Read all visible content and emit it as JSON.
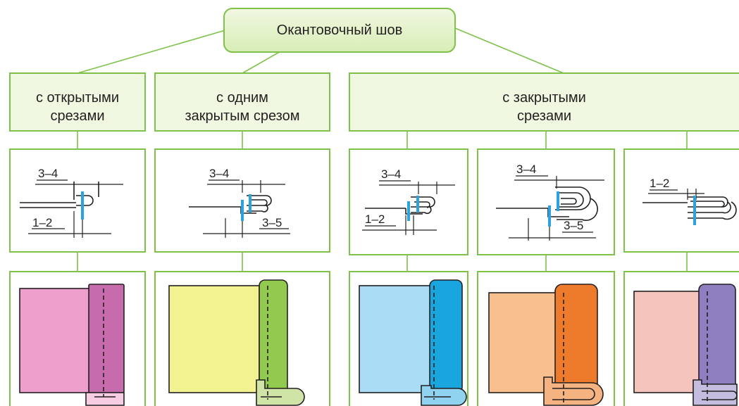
{
  "title": "Окантовочный шов",
  "categories": [
    {
      "id": "open",
      "label": "с открытыми\nсрезами"
    },
    {
      "id": "one-closed",
      "label": "с одним\nзакрытым срезом"
    },
    {
      "id": "closed",
      "label": "с закрытыми\nсрезами"
    }
  ],
  "schemes": [
    {
      "id": "s1",
      "top": "3–4",
      "bottom": "1–2"
    },
    {
      "id": "s2",
      "top": "3–4",
      "bottom": "3–5"
    },
    {
      "id": "s3",
      "top": "3–4",
      "bottom": "1–2"
    },
    {
      "id": "s4",
      "top": "3–4",
      "bottom": "3–5"
    },
    {
      "id": "s5",
      "top": "1–2"
    }
  ],
  "samples": [
    {
      "id": "p1",
      "fabric": "#ef9fcc",
      "edge": "#c66bab",
      "lining": "#f6cde3"
    },
    {
      "id": "p2",
      "fabric": "#f2f291",
      "edge": "#92c94f",
      "lining": "#cfe4a6"
    },
    {
      "id": "p3",
      "fabric": "#a9dcf5",
      "edge": "#19a6de",
      "lining": "#8fd3f0"
    },
    {
      "id": "p4",
      "fabric": "#f8c08e",
      "edge": "#ee7b2c",
      "lining": "#f6b382"
    },
    {
      "id": "p5",
      "fabric": "#f5c4bc",
      "edge": "#8d7fc0",
      "lining": "#c4bde0"
    }
  ],
  "colors": {
    "box_fill_top": "#f1f8e2",
    "box_fill_bottom": "#d5ebb1",
    "box_border": "#7ec24a",
    "stitch": "#2ca3dc"
  }
}
